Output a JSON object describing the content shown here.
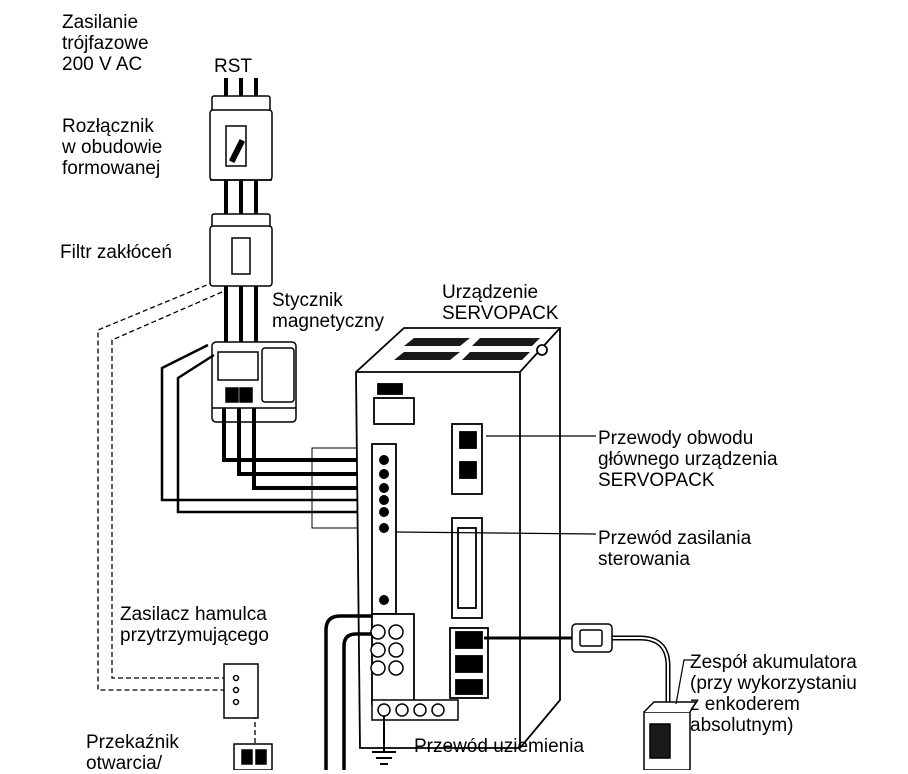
{
  "labels": {
    "power_supply": [
      "Zasilanie",
      "trójfazowe",
      "200 V AC"
    ],
    "phases": "RST",
    "breaker": [
      "Rozłącznik",
      "w obudowie",
      "formowanej"
    ],
    "noise_filter": "Filtr zakłóceń",
    "contactor": [
      "Stycznik",
      "magnetyczny"
    ],
    "servopack": [
      "Urządzenie",
      "SERVOPACK"
    ],
    "main_circuit_wires": [
      "Przewody obwodu",
      "głównego urządzenia",
      "SERVOPACK"
    ],
    "control_power_wire": [
      "Przewód zasilania",
      "sterowania"
    ],
    "brake_power_supply": [
      "Zasilacz hamulca",
      "przytrzymującego"
    ],
    "battery_unit": [
      "Zespół akumulatora",
      "(przy wykorzystaniu",
      "z enkoderem",
      "absolutnym)"
    ],
    "relay": [
      "Przekaźnik",
      "otwarcia/"
    ],
    "ground_wire": "Przewód uziemienia"
  },
  "colors": {
    "line": "#000000",
    "body": "#ffffff",
    "dark": "#1a1a1a"
  }
}
